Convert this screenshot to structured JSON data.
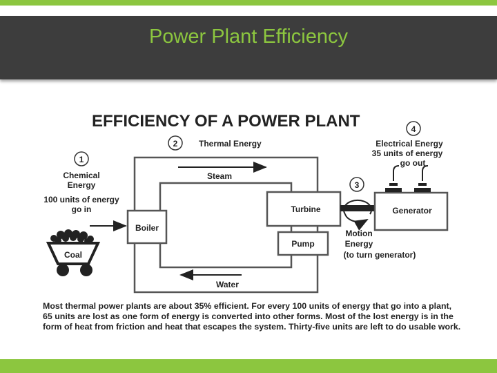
{
  "slide": {
    "title": "Power Plant Efficiency"
  },
  "diagram": {
    "title": "EFFICIENCY OF A POWER PLANT",
    "steps": {
      "chemical": {
        "number": "1",
        "label_line1": "Chemical",
        "label_line2": "Energy",
        "units_line1": "100 units of energy",
        "units_line2": "go in"
      },
      "thermal": {
        "number": "2",
        "label": "Thermal Energy"
      },
      "motion": {
        "number": "3",
        "label_line1": "Motion",
        "label_line2": "Energy",
        "label_line3": "(to turn generator)"
      },
      "electrical": {
        "number": "4",
        "label_line1": "Electrical Energy",
        "label_line2": "35 units of energy",
        "label_line3": "go out"
      }
    },
    "components": {
      "steam": "Steam",
      "water": "Water",
      "boiler": "Boiler",
      "turbine": "Turbine",
      "pump": "Pump",
      "generator": "Generator",
      "coal": "Coal"
    },
    "caption": {
      "line1": "Most thermal power plants are about 35% efficient.  For every 100 units of energy that go into a plant,",
      "line2": "65 units are lost as one form of energy is converted into other forms.  Most of the lost energy is in the",
      "line3": "form of heat from friction and heat that escapes the system. Thirty-five units are left to do usable work."
    }
  }
}
